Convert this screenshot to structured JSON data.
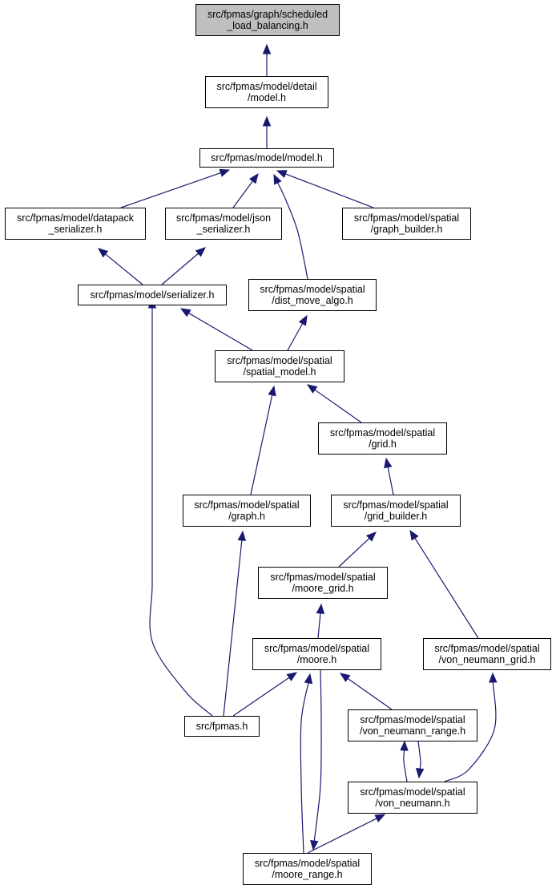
{
  "colors": {
    "edge": "#191970",
    "root_fill": "#bfbfbf",
    "node_fill": "#ffffff",
    "border": "#000000"
  },
  "nodes": {
    "scheduled_load_balancing": [
      "src/fpmas/graph/scheduled",
      "_load_balancing.h"
    ],
    "detail_model": [
      "src/fpmas/model/detail",
      "/model.h"
    ],
    "model": [
      "src/fpmas/model/model.h"
    ],
    "datapack_serializer": [
      "src/fpmas/model/datapack",
      "_serializer.h"
    ],
    "json_serializer": [
      "src/fpmas/model/json",
      "_serializer.h"
    ],
    "graph_builder": [
      "src/fpmas/model/spatial",
      "/graph_builder.h"
    ],
    "serializer": [
      "src/fpmas/model/serializer.h"
    ],
    "dist_move_algo": [
      "src/fpmas/model/spatial",
      "/dist_move_algo.h"
    ],
    "spatial_model": [
      "src/fpmas/model/spatial",
      "/spatial_model.h"
    ],
    "grid": [
      "src/fpmas/model/spatial",
      "/grid.h"
    ],
    "graph": [
      "src/fpmas/model/spatial",
      "/graph.h"
    ],
    "grid_builder": [
      "src/fpmas/model/spatial",
      "/grid_builder.h"
    ],
    "moore_grid": [
      "src/fpmas/model/spatial",
      "/moore_grid.h"
    ],
    "moore": [
      "src/fpmas/model/spatial",
      "/moore.h"
    ],
    "von_neumann_grid": [
      "src/fpmas/model/spatial",
      "/von_neumann_grid.h"
    ],
    "fpmas": [
      "src/fpmas.h"
    ],
    "von_neumann_range": [
      "src/fpmas/model/spatial",
      "/von_neumann_range.h"
    ],
    "von_neumann": [
      "src/fpmas/model/spatial",
      "/von_neumann.h"
    ],
    "moore_range": [
      "src/fpmas/model/spatial",
      "/moore_range.h"
    ]
  },
  "edges": [
    [
      "detail_model",
      "scheduled_load_balancing"
    ],
    [
      "model",
      "detail_model"
    ],
    [
      "datapack_serializer",
      "model"
    ],
    [
      "json_serializer",
      "model"
    ],
    [
      "dist_move_algo",
      "model"
    ],
    [
      "graph_builder",
      "model"
    ],
    [
      "serializer",
      "datapack_serializer"
    ],
    [
      "serializer",
      "json_serializer"
    ],
    [
      "fpmas",
      "serializer"
    ],
    [
      "spatial_model",
      "serializer"
    ],
    [
      "spatial_model",
      "dist_move_algo"
    ],
    [
      "graph",
      "spatial_model"
    ],
    [
      "grid",
      "spatial_model"
    ],
    [
      "grid_builder",
      "grid"
    ],
    [
      "fpmas",
      "graph"
    ],
    [
      "moore_grid",
      "grid_builder"
    ],
    [
      "von_neumann_grid",
      "grid_builder"
    ],
    [
      "moore",
      "moore_grid"
    ],
    [
      "fpmas",
      "moore"
    ],
    [
      "moore_range",
      "moore"
    ],
    [
      "von_neumann_range",
      "moore"
    ],
    [
      "von_neumann",
      "von_neumann_grid"
    ],
    [
      "von_neumann",
      "von_neumann_range"
    ],
    [
      "von_neumann_range",
      "von_neumann"
    ],
    [
      "moore",
      "moore_range"
    ],
    [
      "moore_range",
      "von_neumann"
    ]
  ]
}
